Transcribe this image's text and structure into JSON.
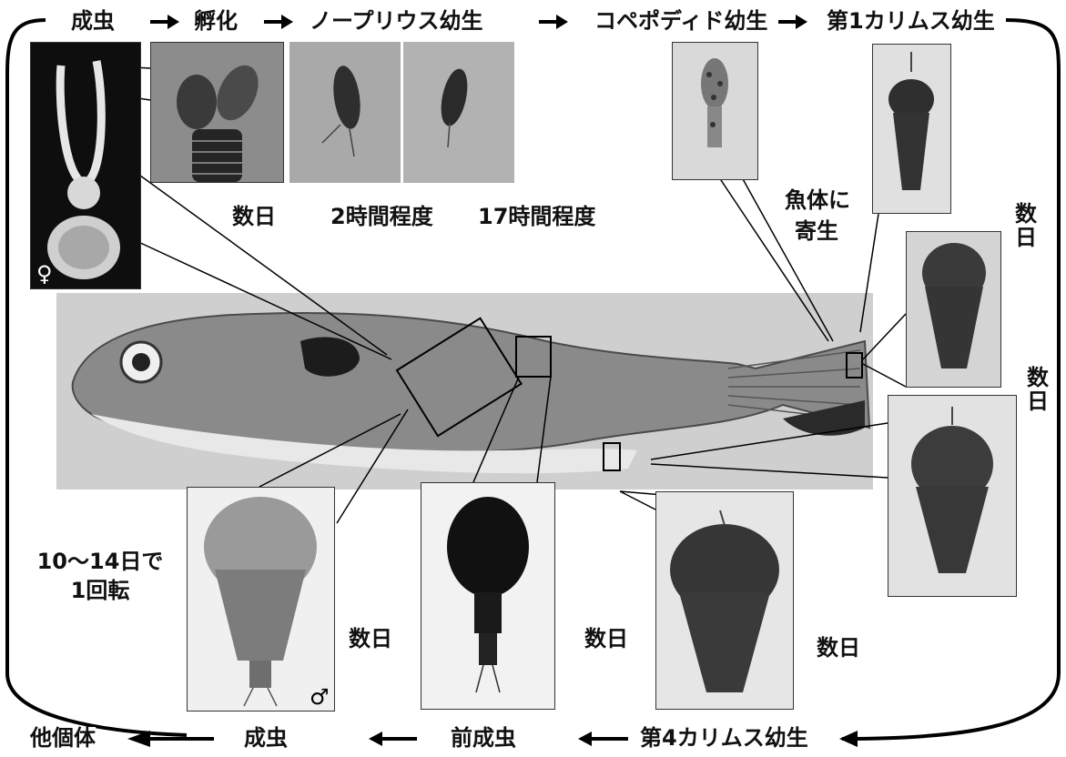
{
  "cycle_top": {
    "adult": "成虫",
    "hatch": "孵化",
    "nauplius": "ノープリウス幼生",
    "copepodid": "コペポディド幼生",
    "chalimus1": "第1カリムス幼生"
  },
  "cycle_bottom": {
    "other_individual": "他個体",
    "adult": "成虫",
    "preadult": "前成虫",
    "chalimus4": "第4カリムス幼生"
  },
  "durations": {
    "several_days": "数日",
    "two_hours": "2時間程度",
    "seventeen_hours": "17時間程度",
    "several_days_vertical": "数日"
  },
  "notes": {
    "parasitize_line1": "魚体に",
    "parasitize_line2": "寄生",
    "cycle_line1": "10〜14日で",
    "cycle_line2": "1回転"
  },
  "symbols": {
    "female": "♀",
    "male": "♂"
  }
}
